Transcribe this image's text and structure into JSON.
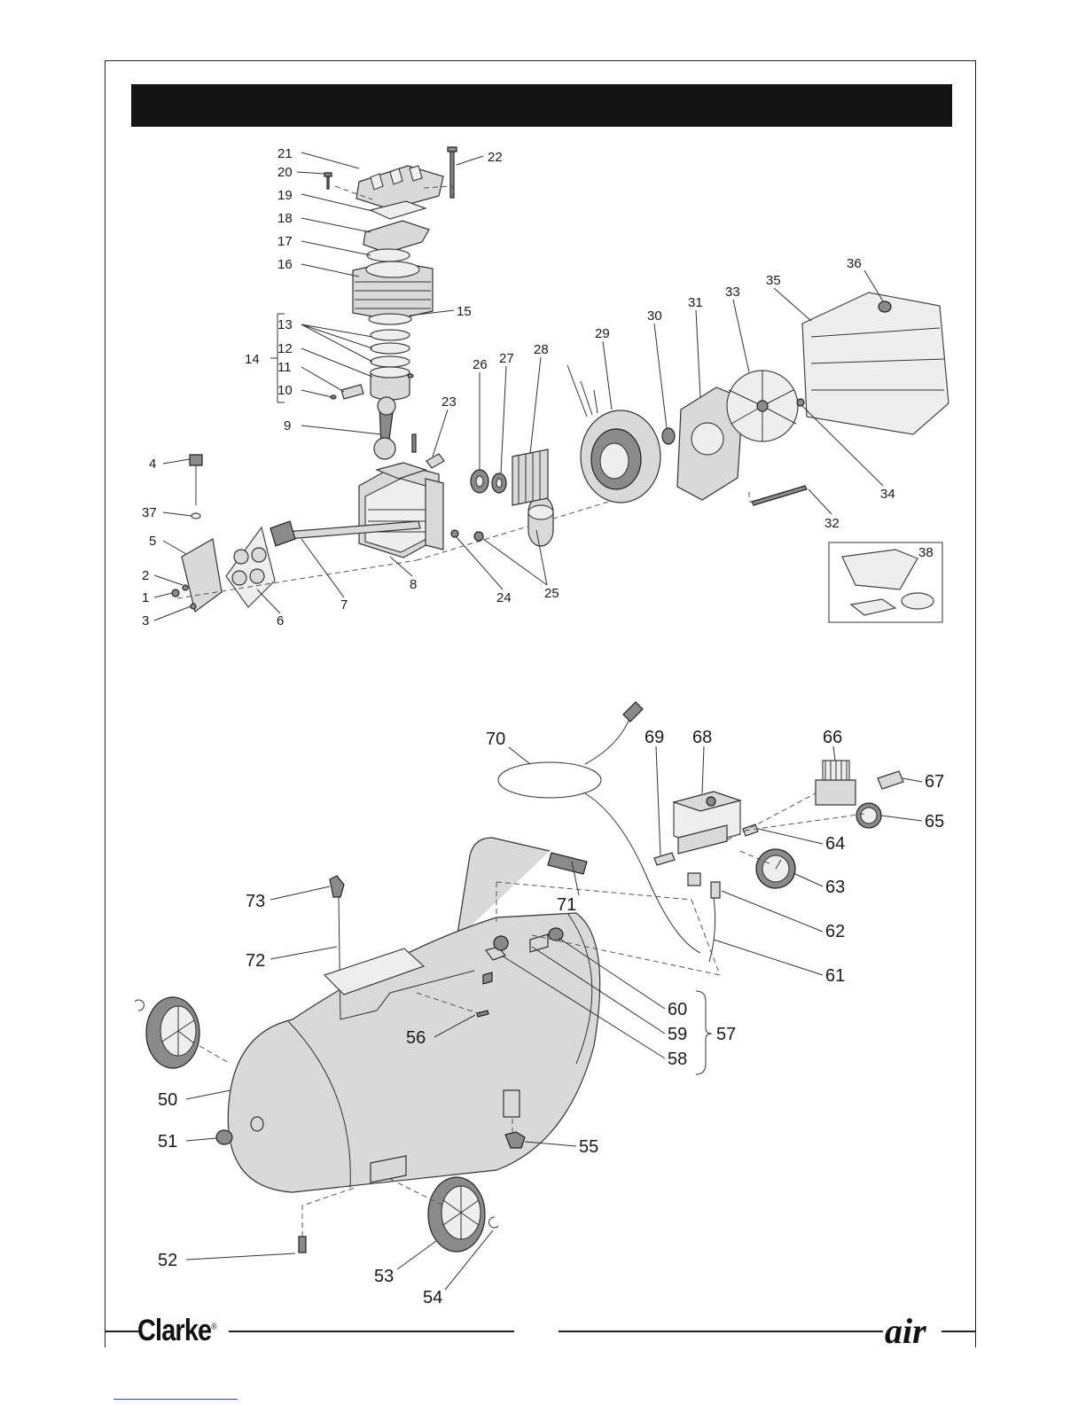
{
  "page": {
    "brand": "Clarke",
    "brand_mark": "®",
    "product_mark": "air"
  },
  "diagram": {
    "upper_labels": [
      {
        "id": "21",
        "text": "21"
      },
      {
        "id": "20",
        "text": "20"
      },
      {
        "id": "22",
        "text": "22"
      },
      {
        "id": "19",
        "text": "19"
      },
      {
        "id": "18",
        "text": "18"
      },
      {
        "id": "17",
        "text": "17"
      },
      {
        "id": "16",
        "text": "16"
      },
      {
        "id": "15",
        "text": "15"
      },
      {
        "id": "13",
        "text": "13"
      },
      {
        "id": "14",
        "text": "14"
      },
      {
        "id": "12",
        "text": "12"
      },
      {
        "id": "11",
        "text": "11"
      },
      {
        "id": "10",
        "text": "10"
      },
      {
        "id": "9",
        "text": "9"
      },
      {
        "id": "4",
        "text": "4"
      },
      {
        "id": "37",
        "text": "37"
      },
      {
        "id": "5",
        "text": "5"
      },
      {
        "id": "2",
        "text": "2"
      },
      {
        "id": "1",
        "text": "1"
      },
      {
        "id": "3",
        "text": "3"
      },
      {
        "id": "6",
        "text": "6"
      },
      {
        "id": "7",
        "text": "7"
      },
      {
        "id": "8",
        "text": "8"
      },
      {
        "id": "24",
        "text": "24"
      },
      {
        "id": "25",
        "text": "25"
      },
      {
        "id": "23",
        "text": "23"
      },
      {
        "id": "26",
        "text": "26"
      },
      {
        "id": "27",
        "text": "27"
      },
      {
        "id": "28",
        "text": "28"
      },
      {
        "id": "29",
        "text": "29"
      },
      {
        "id": "30",
        "text": "30"
      },
      {
        "id": "31",
        "text": "31"
      },
      {
        "id": "33",
        "text": "33"
      },
      {
        "id": "35",
        "text": "35"
      },
      {
        "id": "36",
        "text": "36"
      },
      {
        "id": "34",
        "text": "34"
      },
      {
        "id": "32",
        "text": "32"
      },
      {
        "id": "38",
        "text": "38"
      }
    ],
    "lower_labels": [
      {
        "id": "70",
        "text": "70"
      },
      {
        "id": "69",
        "text": "69"
      },
      {
        "id": "68",
        "text": "68"
      },
      {
        "id": "66",
        "text": "66"
      },
      {
        "id": "67",
        "text": "67"
      },
      {
        "id": "65",
        "text": "65"
      },
      {
        "id": "64",
        "text": "64"
      },
      {
        "id": "63",
        "text": "63"
      },
      {
        "id": "62",
        "text": "62"
      },
      {
        "id": "61",
        "text": "61"
      },
      {
        "id": "71",
        "text": "71"
      },
      {
        "id": "73",
        "text": "73"
      },
      {
        "id": "72",
        "text": "72"
      },
      {
        "id": "60",
        "text": "60"
      },
      {
        "id": "59",
        "text": "59"
      },
      {
        "id": "57",
        "text": "57"
      },
      {
        "id": "58",
        "text": "58"
      },
      {
        "id": "56",
        "text": "56"
      },
      {
        "id": "50",
        "text": "50"
      },
      {
        "id": "51",
        "text": "51"
      },
      {
        "id": "55",
        "text": "55"
      },
      {
        "id": "52",
        "text": "52"
      },
      {
        "id": "53",
        "text": "53"
      },
      {
        "id": "54",
        "text": "54"
      }
    ]
  }
}
